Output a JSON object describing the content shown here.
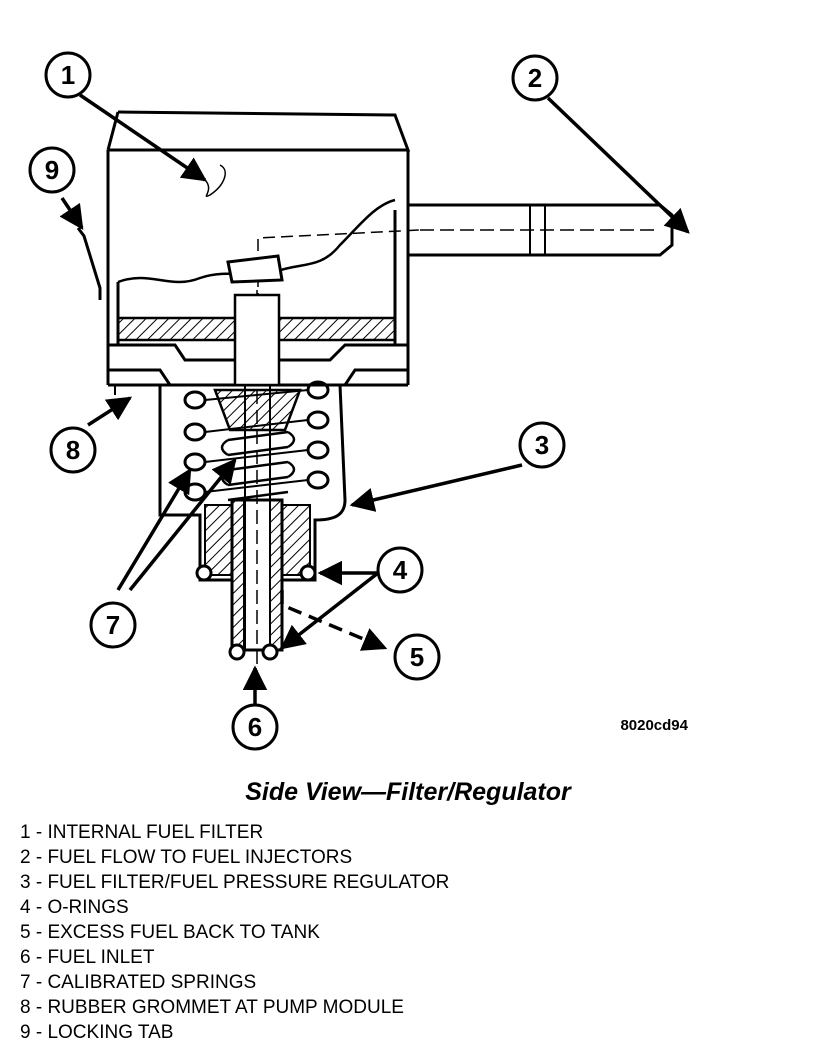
{
  "figure_id": "8020cd94",
  "caption": "Side View—Filter/Regulator",
  "callouts": [
    "1",
    "2",
    "3",
    "4",
    "5",
    "6",
    "7",
    "8",
    "9"
  ],
  "legend": [
    "1 - INTERNAL FUEL FILTER",
    "2 - FUEL FLOW TO FUEL INJECTORS",
    "3 - FUEL FILTER/FUEL PRESSURE REGULATOR",
    "4 - O-RINGS",
    "5 - EXCESS FUEL BACK TO TANK",
    "6 - FUEL INLET",
    "7 - CALIBRATED SPRINGS",
    "8 - RUBBER GROMMET AT PUMP MODULE",
    "9 - LOCKING TAB"
  ]
}
